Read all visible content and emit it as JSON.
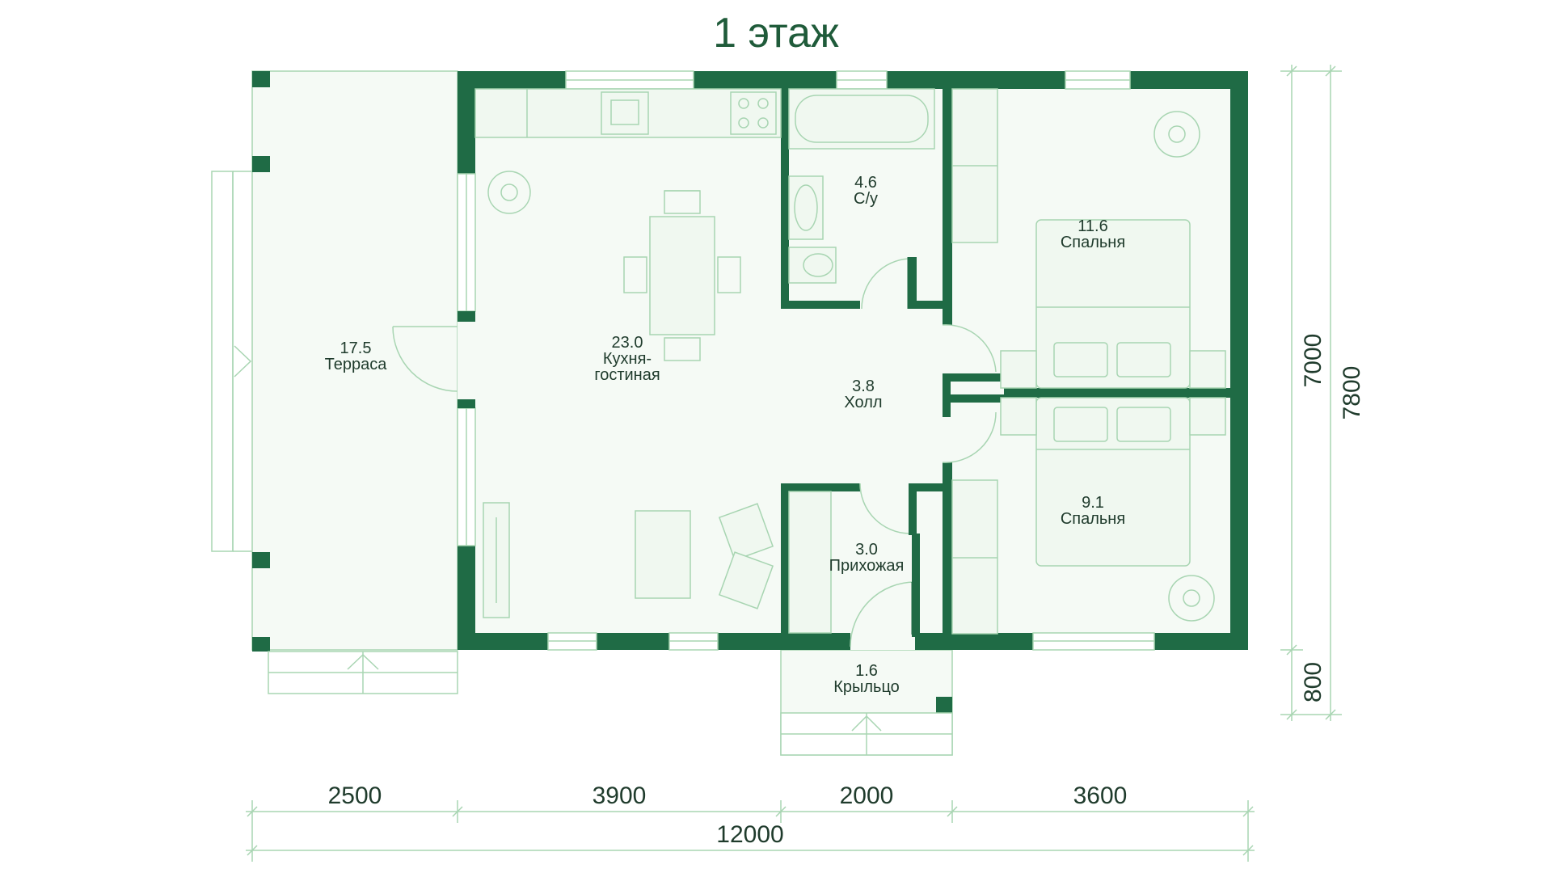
{
  "title": "1 этаж",
  "rooms": {
    "terrace": {
      "area": "17.5",
      "name": "Терраса"
    },
    "kitchen": {
      "area": "23.0",
      "name_line1": "Кухня-",
      "name_line2": "гостиная"
    },
    "bathroom": {
      "area": "4.6",
      "name": "С/у"
    },
    "hall": {
      "area": "3.8",
      "name": "Холл"
    },
    "bedroom1": {
      "area": "11.6",
      "name": "Спальня"
    },
    "bedroom2": {
      "area": "9.1",
      "name": "Спальня"
    },
    "entry": {
      "area": "3.0",
      "name": "Прихожая"
    },
    "porch": {
      "area": "1.6",
      "name": "Крыльцо"
    }
  },
  "dimensions": {
    "bottom_segments": [
      "2500",
      "3900",
      "2000",
      "3600"
    ],
    "bottom_total": "12000",
    "right_main": "7000",
    "right_porch": "800",
    "right_total": "7800"
  },
  "colors": {
    "wall": "#1f6b45",
    "line": "#a8d5b2",
    "floor": "#f5faf5",
    "title": "#1f5b3a"
  }
}
